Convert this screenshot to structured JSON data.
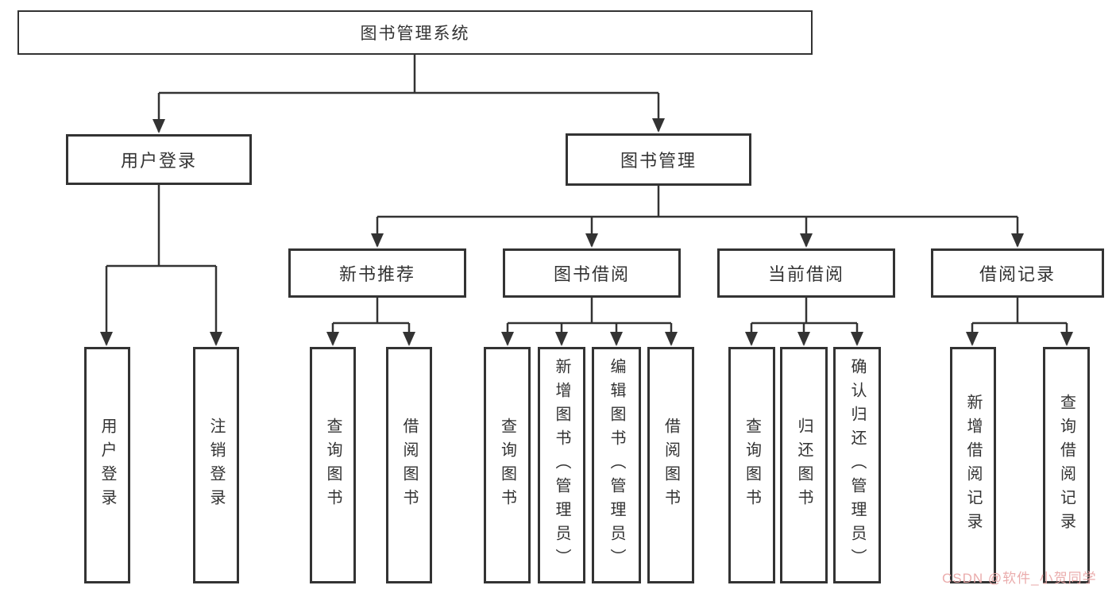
{
  "diagram": {
    "root": {
      "label": "图书管理系统"
    },
    "level2": {
      "user_login": {
        "label": "用户登录"
      },
      "book_mgmt": {
        "label": "图书管理"
      }
    },
    "level3": {
      "new_books": {
        "label": "新书推荐"
      },
      "book_borrow": {
        "label": "图书借阅"
      },
      "current_borrow": {
        "label": "当前借阅"
      },
      "borrow_records": {
        "label": "借阅记录"
      }
    },
    "leaves": {
      "user_login": [
        "用户登录",
        "注销登录"
      ],
      "new_books": [
        "查询图书",
        "借阅图书"
      ],
      "book_borrow": [
        "查询图书",
        "新增图书（管理员）",
        "编辑图书（管理员）",
        "借阅图书"
      ],
      "current_borrow": [
        "查询图书",
        "归还图书",
        "确认归还（管理员）"
      ],
      "borrow_records": [
        "新增借阅记录",
        "查询借阅记录"
      ]
    },
    "line_color": "#333333",
    "box_background": "#ffffff"
  },
  "watermark": {
    "text": "CSDN @软件_小贺同学",
    "color": "#e9a6a6"
  }
}
